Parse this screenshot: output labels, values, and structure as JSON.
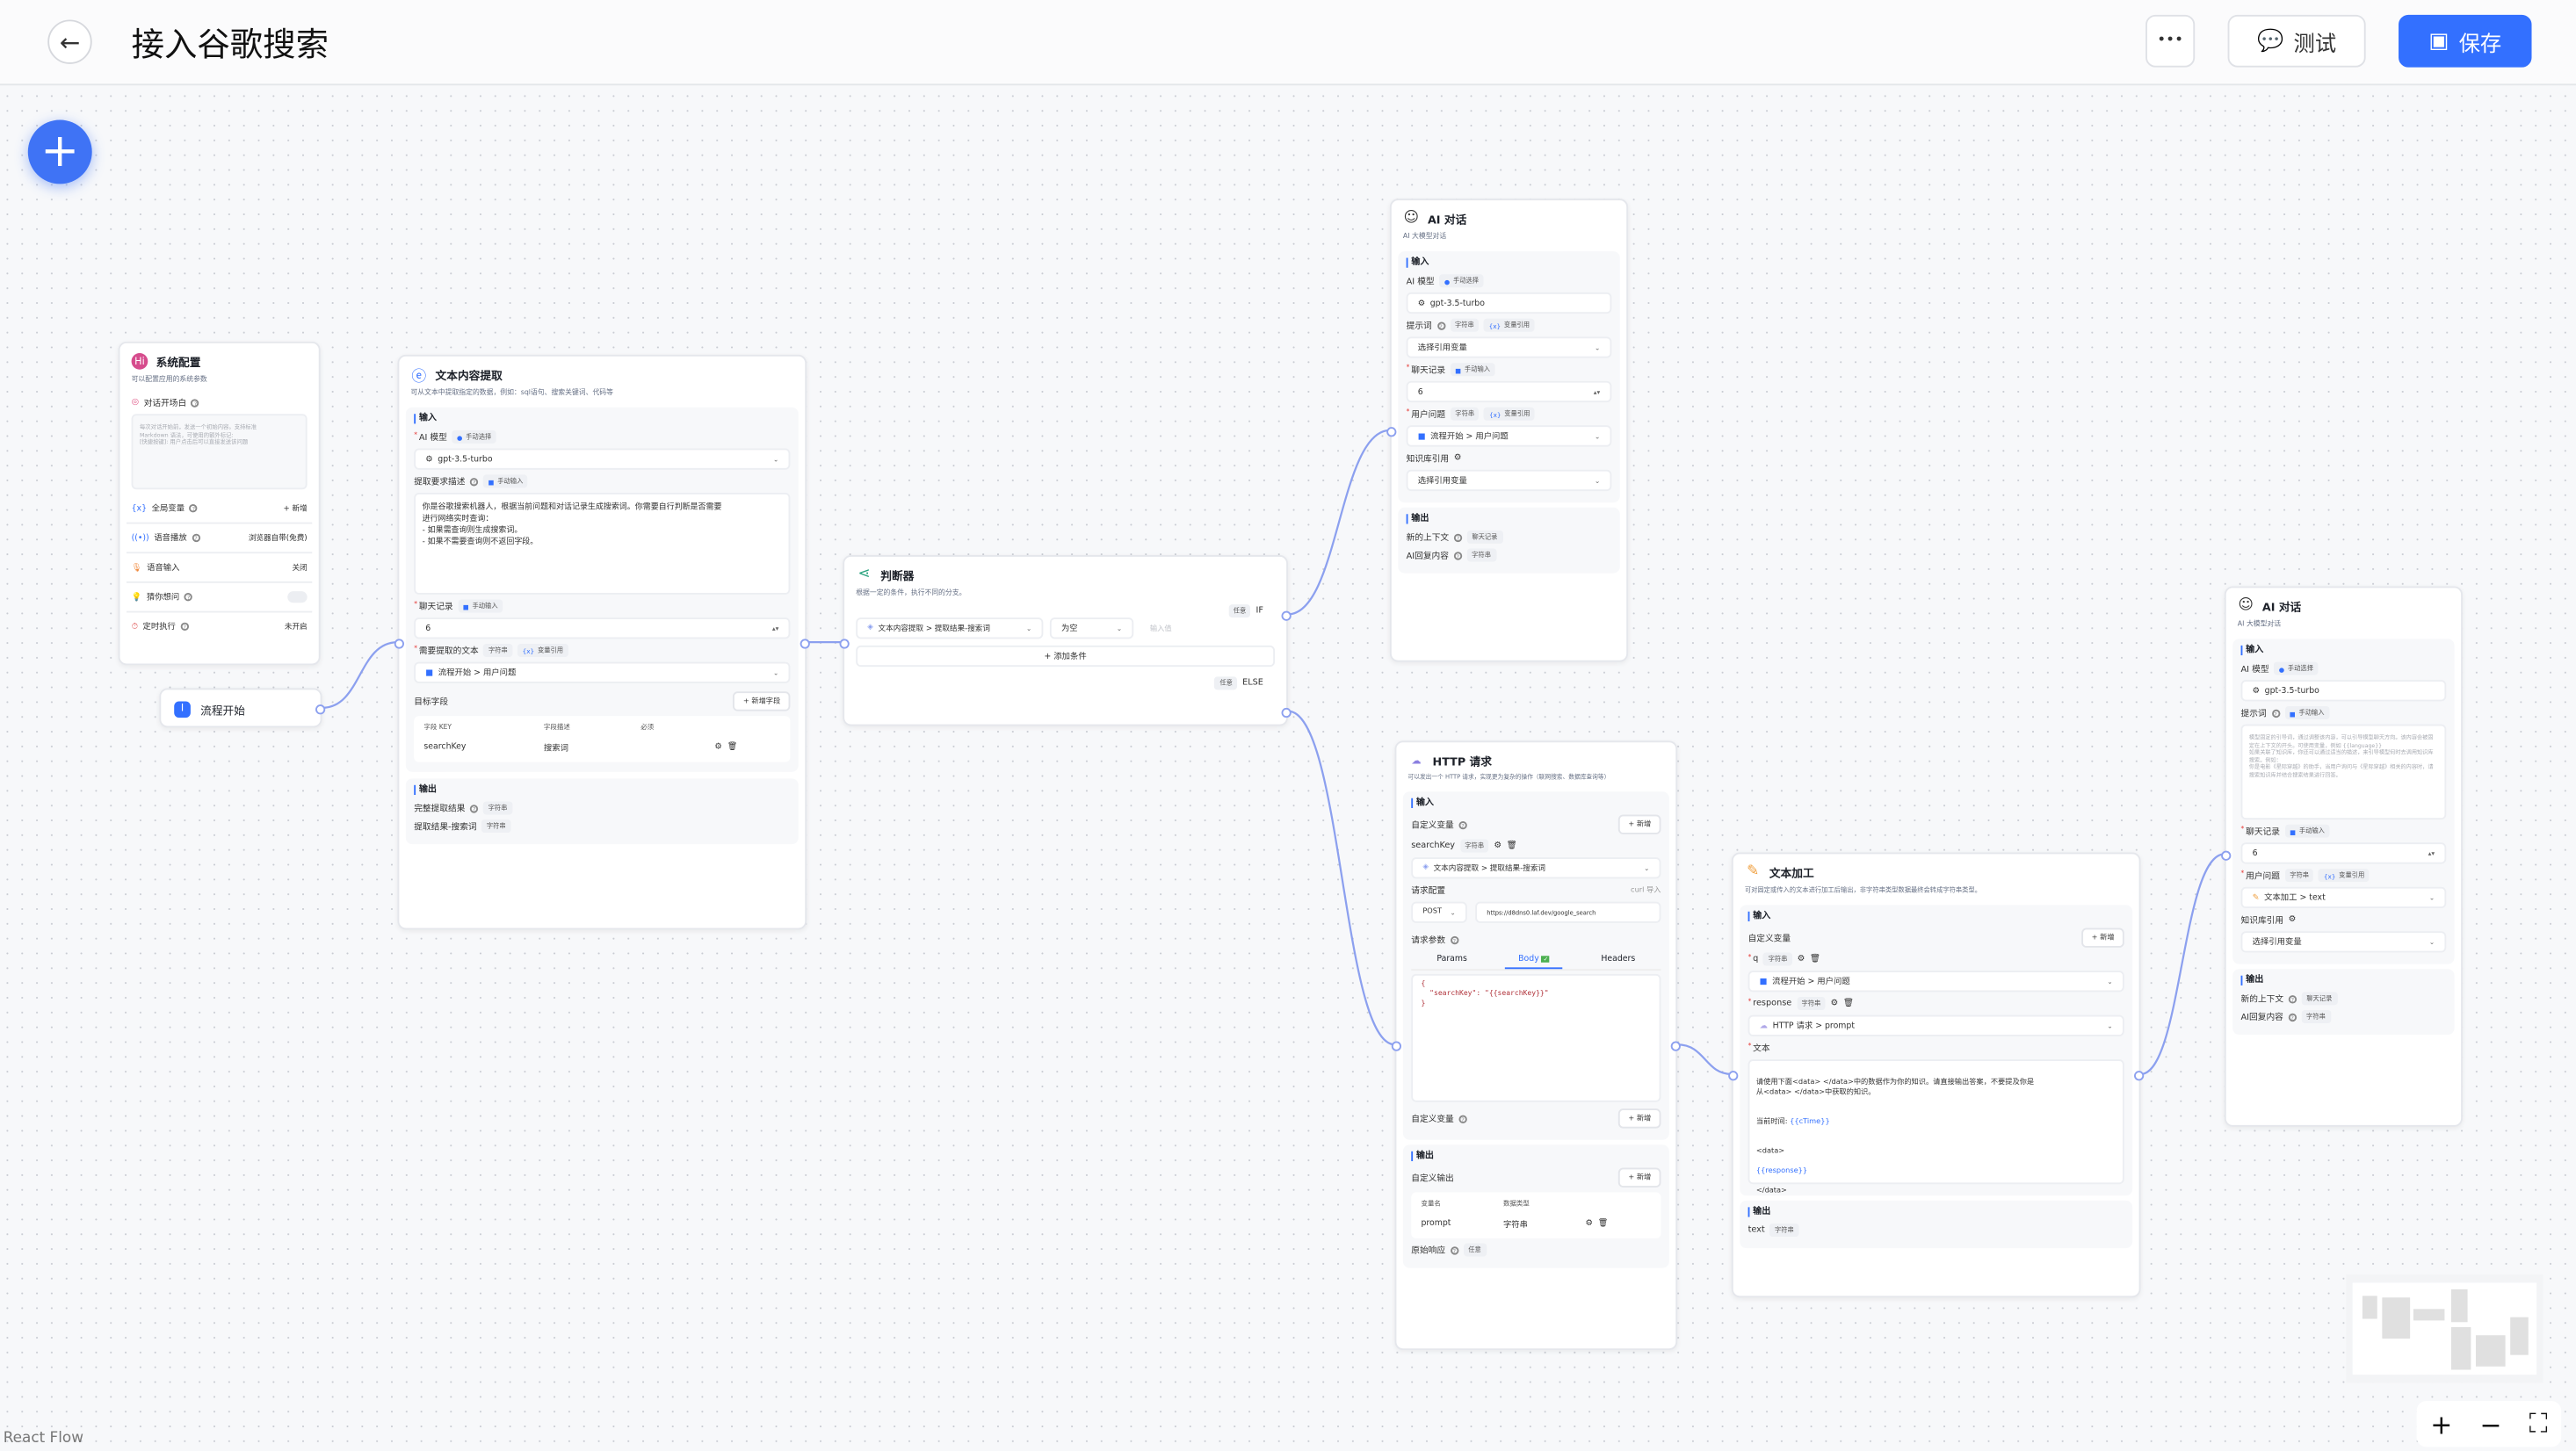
{
  "header": {
    "back_icon": "arrow-left-icon",
    "title": "接入谷歌搜索",
    "more_label": "•••",
    "test_label": "测试",
    "save_label": "保存",
    "accent": "#3370ff"
  },
  "canvas": {
    "add_label": "+",
    "watermark": "React Flow",
    "zoom_in": "+",
    "zoom_out": "−",
    "fit_view": "⛶"
  },
  "tags": {
    "manual_select": "手动选择",
    "manual_input": "手动输入",
    "var_ref": "变量引用",
    "string": "字符串",
    "any": "任意",
    "chat_history": "聊天记录"
  },
  "system_config": {
    "title": "系统配置",
    "desc": "可以配置应用的系统参数",
    "welcome_label": "对话开场白",
    "welcome_placeholder": "每次对话开始前，发送一个初始内容。支持标准\nMarkdown 语法，可使用的额外标记:\n[快捷按键]: 用户点击后可以直接发送该问题",
    "global_vars_label": "全局变量",
    "global_vars_action": "+ 新增",
    "tts_label": "语音播放",
    "tts_value": "浏览器自带(免费)",
    "voice_input_label": "语音输入",
    "voice_input_value": "关闭",
    "guess_label": "猜你想问",
    "schedule_label": "定时执行",
    "schedule_value": "未开启"
  },
  "flow_start": {
    "title": "流程开始"
  },
  "extract": {
    "title": "文本内容提取",
    "desc": "可从文本中提取指定的数据，例如：sql语句、搜索关键词、代码等",
    "input_label": "输入",
    "model_label": "AI 模型",
    "model_value": "gpt-3.5-turbo",
    "desc_label": "提取要求描述",
    "desc_value": "你是谷歌搜索机器人，根据当前问题和对话记录生成搜索词。你需要自行判断是否需要\n进行网络实时查询：\n- 如果需查询则生成搜索词。\n- 如果不需要查询则不返回字段。",
    "history_label": "聊天记录",
    "history_value": "6",
    "text_label": "需要提取的文本",
    "text_ref": "流程开始 > 用户问题",
    "fields_label": "目标字段",
    "add_field": "+ 新增字段",
    "col_key": "字段 KEY",
    "col_desc": "字段描述",
    "col_required": "必须",
    "field_key": "searchKey",
    "field_desc": "搜索词",
    "output_label": "输出",
    "out_full": "完整提取结果",
    "out_search": "提取结果-搜索词"
  },
  "judge": {
    "title": "判断器",
    "desc": "根据一定的条件，执行不同的分支。",
    "if_label": "IF",
    "else_label": "ELSE",
    "cond_ref": "文本内容提取 > 提取结果-搜索词",
    "cond_op": "为空",
    "cond_value_placeholder": "输入值",
    "add_condition": "+ 添加条件"
  },
  "ai_chat_1": {
    "title": "AI 对话",
    "desc": "AI 大模型对话",
    "input_label": "输入",
    "model_label": "AI 模型",
    "model_value": "gpt-3.5-turbo",
    "prompt_label": "提示词",
    "prompt_value": "选择引用变量",
    "history_label": "聊天记录",
    "history_value": "6",
    "question_label": "用户问题",
    "question_ref": "流程开始 > 用户问题",
    "kb_label": "知识库引用",
    "kb_value": "选择引用变量",
    "output_label": "输出",
    "out_context": "新的上下文",
    "out_reply": "AI回复内容"
  },
  "http": {
    "title": "HTTP 请求",
    "desc": "可以发出一个 HTTP 请求，实现更为复杂的操作（联网搜索、数据库查询等）",
    "input_label": "输入",
    "custom_vars_label": "自定义变量",
    "add_label": "+ 新增",
    "var_name": "searchKey",
    "var_ref": "文本内容提取 > 提取结果-搜索词",
    "req_config_label": "请求配置",
    "curl_import": "curl 导入",
    "method": "POST",
    "url": "https://d8dns0.laf.dev/google_search",
    "params_label": "请求参数",
    "tab_params": "Params",
    "tab_body": "Body",
    "tab_headers": "Headers",
    "body": "{\n  \"searchKey\": \"{{searchKey}}\"\n}",
    "custom_vars_label2": "自定义变量",
    "output_label": "输出",
    "custom_output_label": "自定义输出",
    "col_name": "变量名",
    "col_type": "数据类型",
    "out_name": "prompt",
    "out_type": "字符串",
    "raw_response": "原始响应"
  },
  "text_edit": {
    "title": "文本加工",
    "desc": "可对固定或传入的文本进行加工后输出，非字符串类型数据最终会转成字符串类型。",
    "input_label": "输入",
    "custom_vars_label": "自定义变量",
    "add_label": "+ 新增",
    "var_q": "q",
    "var_q_ref": "流程开始 > 用户问题",
    "var_resp": "response",
    "var_resp_ref": "HTTP 请求 > prompt",
    "text_label": "文本",
    "text_line1": "请使用下面<data> </data>中的数据作为你的知识。请直接输出答案，不要提及你是\n从<data> </data>中获取的知识。",
    "text_time_label": "当前时间:",
    "text_time_var": "{{cTime}}",
    "text_open": "<data>",
    "text_resp_var": "{{response}}",
    "text_close": "</data>",
    "output_label": "输出",
    "out_text": "text"
  },
  "ai_chat_2": {
    "title": "AI 对话",
    "desc": "AI 大模型对话",
    "input_label": "输入",
    "model_label": "AI 模型",
    "model_value": "gpt-3.5-turbo",
    "prompt_label": "提示词",
    "prompt_placeholder": "模型固定的引导词，通过调整该内容，可以引导模型聊天方向。该内容会被固定在上下文的开头。可使用变量，例如 {{language}}\n如果关联了知识库，你还可以通过适当的描述，来引导模型何时去调用知识库搜索。例如：\n你是电影《星际穿越》的助手，当用户询问与《星际穿越》相关的内容时，请搜索知识库并结合搜索结果进行回答。",
    "history_label": "聊天记录",
    "history_value": "6",
    "question_label": "用户问题",
    "question_ref": "文本加工 > text",
    "kb_label": "知识库引用",
    "kb_value": "选择引用变量",
    "output_label": "输出",
    "out_context": "新的上下文",
    "out_reply": "AI回复内容"
  }
}
